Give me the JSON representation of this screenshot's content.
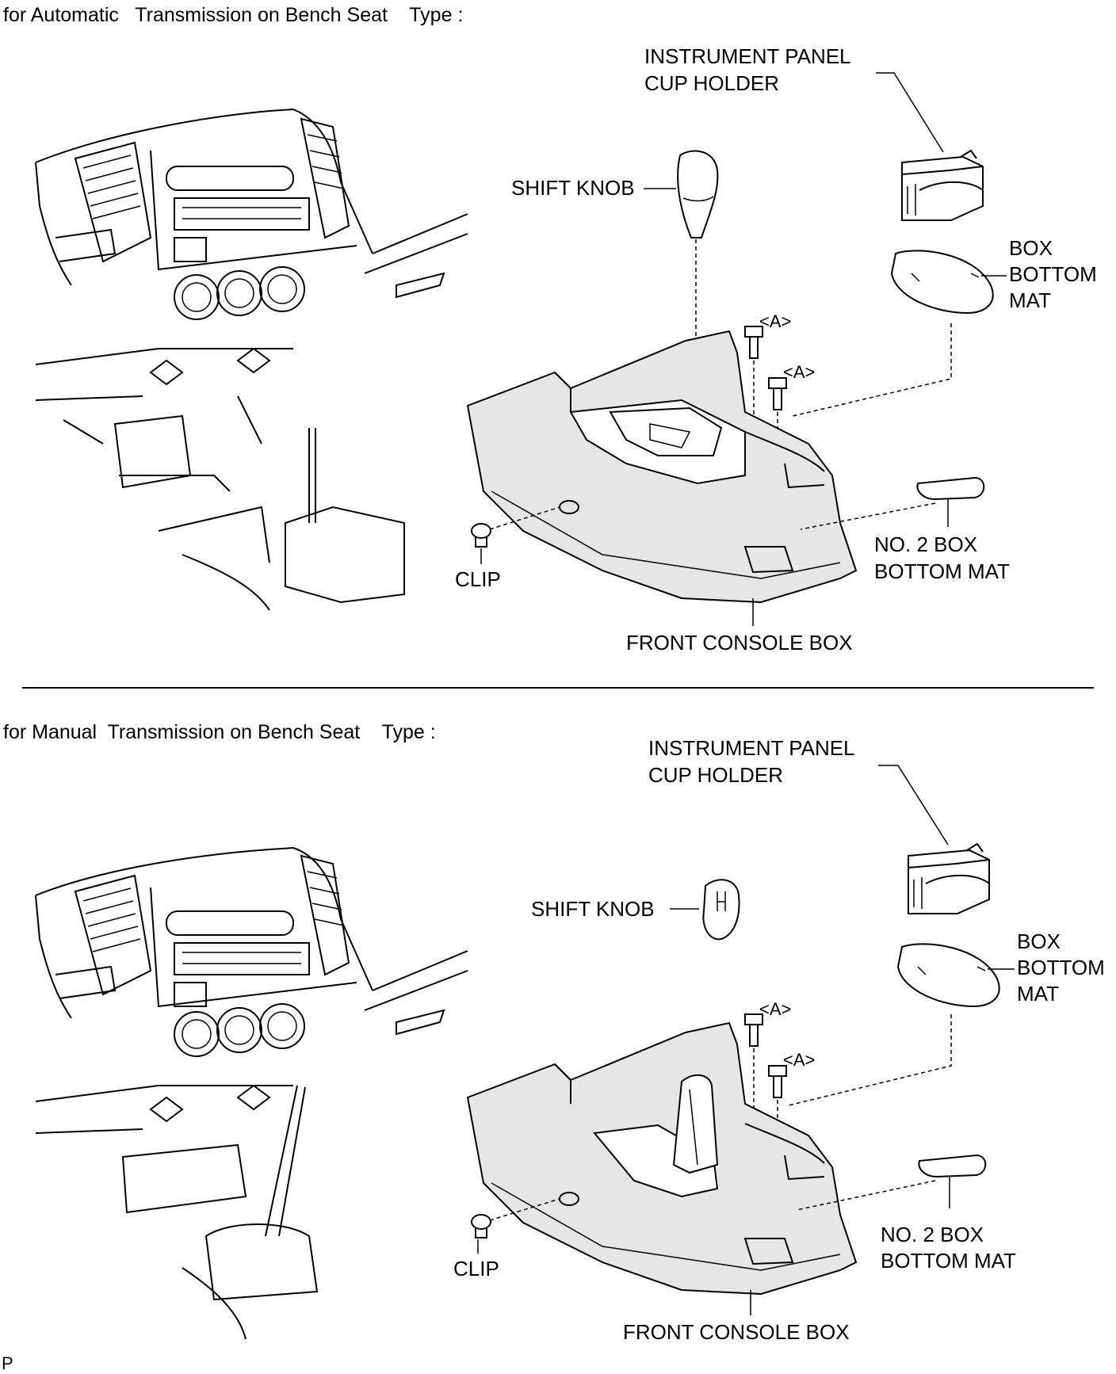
{
  "sections": [
    {
      "title": "for Automatic   Transmission on Bench Seat    Type :",
      "labels": {
        "cup_holder_line1": "INSTRUMENT PANEL",
        "cup_holder_line2": "CUP HOLDER",
        "shift_knob": "SHIFT KNOB",
        "box_bottom_mat_line1": "BOX",
        "box_bottom_mat_line2": "BOTTOM",
        "box_bottom_mat_line3": "MAT",
        "callout_a_1": "<A>",
        "callout_a_2": "<A>",
        "clip": "CLIP",
        "no2_box_line1": "NO. 2 BOX",
        "no2_box_line2": "BOTTOM MAT",
        "front_console_box": "FRONT CONSOLE BOX"
      }
    },
    {
      "title": "for Manual  Transmission on Bench Seat    Type :",
      "labels": {
        "cup_holder_line1": "INSTRUMENT PANEL",
        "cup_holder_line2": "CUP HOLDER",
        "shift_knob": "SHIFT KNOB",
        "box_bottom_mat_line1": "BOX",
        "box_bottom_mat_line2": "BOTTOM",
        "box_bottom_mat_line3": "MAT",
        "callout_a_1": "<A>",
        "callout_a_2": "<A>",
        "clip": "CLIP",
        "no2_box_line1": "NO. 2 BOX",
        "no2_box_line2": "BOTTOM MAT",
        "front_console_box": "FRONT CONSOLE BOX"
      }
    }
  ],
  "footer_mark": "P"
}
